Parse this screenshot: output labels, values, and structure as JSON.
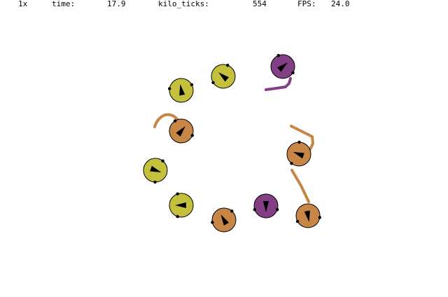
{
  "status": {
    "speed": "1x",
    "time_label": "time:",
    "time_value": "17.9",
    "ticks_label": "kilo_ticks:",
    "ticks_value": "554",
    "fps_label": "FPS:",
    "fps_value": "24.0"
  },
  "colors": {
    "yellow": "#c4c03c",
    "orange": "#c88646",
    "purple": "#833f84",
    "arrow": "#000000",
    "outline": "#000000"
  },
  "robots": [
    {
      "id": "robot-1",
      "color": "yellow",
      "heading_deg": 260
    },
    {
      "id": "robot-2",
      "color": "yellow",
      "heading_deg": 220
    },
    {
      "id": "robot-3",
      "color": "purple",
      "heading_deg": 320
    },
    {
      "id": "robot-4",
      "color": "orange",
      "heading_deg": 310
    },
    {
      "id": "robot-5",
      "color": "orange",
      "heading_deg": 200
    },
    {
      "id": "robot-6",
      "color": "yellow",
      "heading_deg": 20
    },
    {
      "id": "robot-7",
      "color": "yellow",
      "heading_deg": 180
    },
    {
      "id": "robot-8",
      "color": "orange",
      "heading_deg": 240
    },
    {
      "id": "robot-9",
      "color": "purple",
      "heading_deg": 90
    },
    {
      "id": "robot-10",
      "color": "orange",
      "heading_deg": 80
    }
  ],
  "trails": [
    {
      "id": "trail-purple",
      "color": "purple"
    },
    {
      "id": "trail-orange-left",
      "color": "orange"
    },
    {
      "id": "trail-orange-right-upper",
      "color": "orange"
    },
    {
      "id": "trail-orange-right-lower",
      "color": "orange"
    }
  ]
}
